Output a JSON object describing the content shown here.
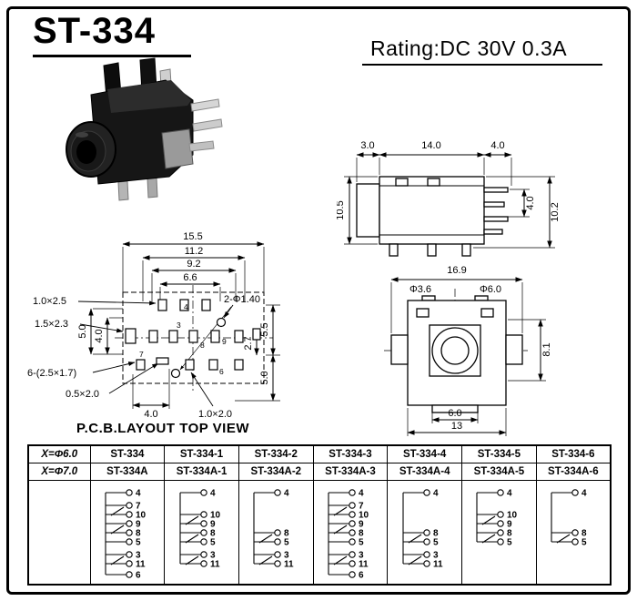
{
  "header": {
    "title": "ST-334",
    "rating": "Rating:DC 30V 0.3A"
  },
  "pcb": {
    "caption": "P.C.B.LAYOUT TOP VIEW",
    "dim_155": "15.5",
    "dim_112": "11.2",
    "dim_92": "9.2",
    "dim_66": "6.6",
    "lbl_10x25": "1.0×2.5",
    "lbl_15x23": "1.5×2.3",
    "lbl_2phi": "2-Φ1.40",
    "dim_50_left": "5.0",
    "dim_40_left": "4.0",
    "lbl_6pads": "6-(2.5×1.7)",
    "lbl_05x20": "0.5×2.0",
    "dim_40_bottom": "4.0",
    "lbl_10x20": "1.0×2.0",
    "dim_27": "2.7",
    "dim_55_right": "5.5",
    "dim_50_right": "5.0",
    "pad_labels": [
      "4",
      "3",
      "9",
      "8",
      "7",
      "6"
    ]
  },
  "side_view": {
    "dim_30": "3.0",
    "dim_140": "14.0",
    "dim_40_top": "4.0",
    "dim_105": "10.5",
    "dim_40_right": "4.0",
    "dim_102": "10.2"
  },
  "front_view": {
    "dim_169": "16.9",
    "lbl_phi36": "Φ3.6",
    "lbl_phi60": "Φ6.0",
    "dim_81": "8.1",
    "dim_60": "6.0",
    "dim_13": "13"
  },
  "table": {
    "rows": [
      {
        "header": "X=Φ6.0",
        "models": [
          "ST-334",
          "ST-334-1",
          "ST-334-2",
          "ST-334-3",
          "ST-334-4",
          "ST-334-5",
          "ST-334-6"
        ]
      },
      {
        "header": "X=Φ7.0",
        "models": [
          "ST-334A",
          "ST-334A-1",
          "ST-334A-2",
          "ST-334A-3",
          "ST-334A-4",
          "ST-334A-5",
          "ST-334A-6"
        ]
      }
    ],
    "schematics": [
      {
        "pins": [
          "4",
          "7",
          "10",
          "9",
          "8",
          "5",
          "3",
          "11",
          "6"
        ],
        "arms": [
          "10",
          "8",
          "11"
        ]
      },
      {
        "pins": [
          "4",
          "10",
          "9",
          "8",
          "5",
          "3",
          "11"
        ],
        "arms": [
          "9",
          "5",
          "11"
        ]
      },
      {
        "pins": [
          "4",
          "8",
          "5",
          "3",
          "11"
        ],
        "arms": [
          "5",
          "11"
        ]
      },
      {
        "pins": [
          "4",
          "7",
          "10",
          "9",
          "8",
          "5",
          "3",
          "11",
          "6"
        ],
        "arms": [
          "10",
          "8",
          "11"
        ]
      },
      {
        "pins": [
          "4",
          "8",
          "5",
          "3",
          "11"
        ],
        "arms": [
          "5",
          "11"
        ]
      },
      {
        "pins": [
          "4",
          "10",
          "9",
          "8",
          "5"
        ],
        "arms": [
          "9",
          "5"
        ]
      },
      {
        "pins": [
          "4",
          "8",
          "5"
        ],
        "arms": [
          "5"
        ]
      }
    ]
  }
}
